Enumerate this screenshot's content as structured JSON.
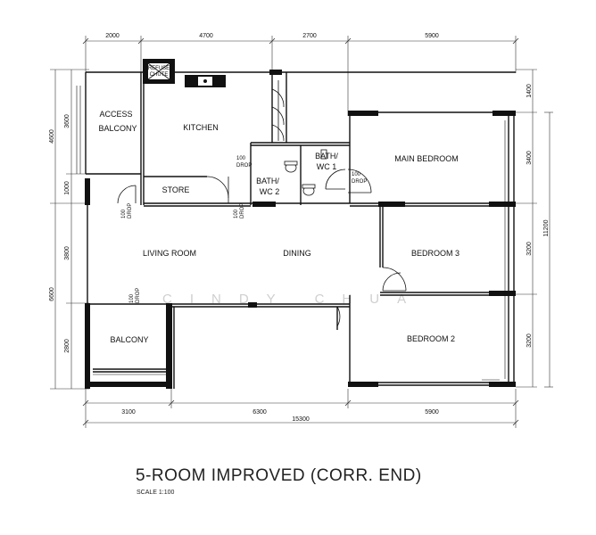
{
  "rooms": {
    "access_balcony": [
      "ACCESS",
      "BALCONY"
    ],
    "kitchen": "KITCHEN",
    "refuse_chute": [
      "REFUSE",
      "CHUTE"
    ],
    "store": "STORE",
    "bath_wc_1": [
      "BATH/",
      "WC 1"
    ],
    "bath_wc_2": [
      "BATH/",
      "WC 2"
    ],
    "main_bedroom": "MAIN BEDROOM",
    "living_room": "LIVING ROOM",
    "dining": "DINING",
    "bedroom_3": "BEDROOM 3",
    "balcony": "BALCONY",
    "bedroom_2": "BEDROOM 2"
  },
  "drops": {
    "value": "100",
    "label": "DROP"
  },
  "dimensions": {
    "top": [
      "2000",
      "4700",
      "2700",
      "5900"
    ],
    "bottom": [
      "3100",
      "6300",
      "5900"
    ],
    "bottom_total": "15300",
    "left_outer": [
      "4600",
      "6600"
    ],
    "left_inner": [
      "3600",
      "1000",
      "3800",
      "2800"
    ],
    "right_inner": [
      "1400",
      "3400",
      "3200",
      "3200"
    ],
    "right_outer": "11200"
  },
  "watermark": "CINDY CHUA",
  "title": "5-ROOM IMPROVED (CORR. END)",
  "scale": "SCALE   1:100"
}
